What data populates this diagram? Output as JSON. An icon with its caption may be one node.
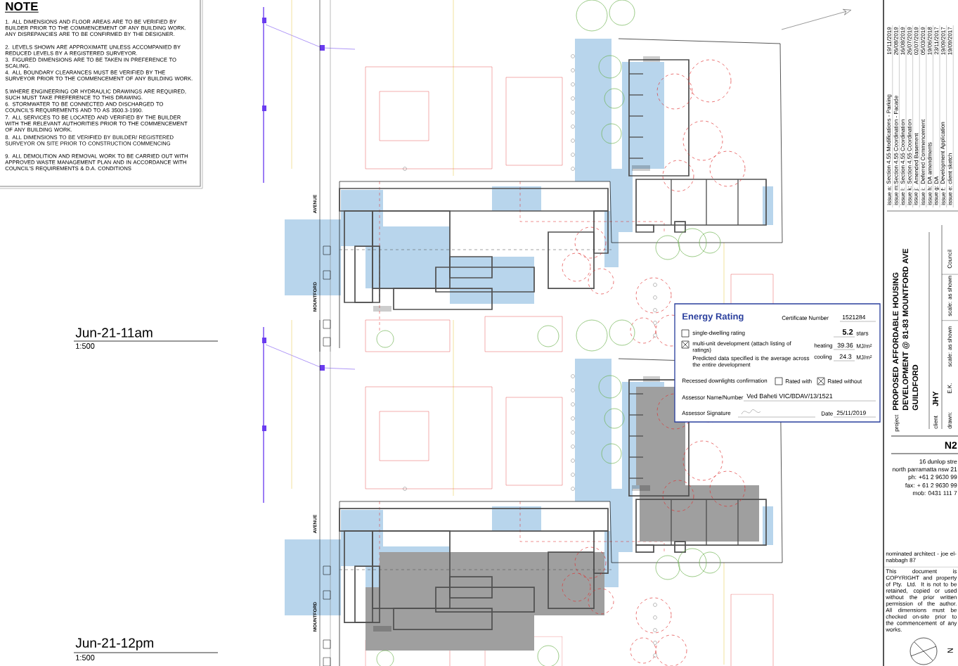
{
  "diagram": {
    "labels": [
      "NOTE",
      "1. ALL DIMENSIONS AND FLOOR AREAS ARE TO BE VERIFIED BY BUILDER PRIOR TO THE COMMENCEMENT OF ANY BUILDING WORK. ANY DISREPANCIES ARE TO BE CONFIRMED BY THE DESIGNER.",
      "2. LEVELS SHOWN ARE APPROXIMATE UNLESS ACCOMPANIED BY REDUCED LEVELS BY A REGISTERED SURVEYOR.",
      "3. FIGURED DIMENSIONS ARE TO BE TAKEN IN PREFERENCE TO SCALING.",
      "4. ALL BOUNDARY CLEARANCES MUST BE VERIFIED BY THE SURVEYOR PRIOR TO THE COMMENCEMENT OF ANY BUILDING WORK.",
      "5.WHERE ENGINEERING OR HYDRAULIC DRAWINGS ARE REQUIRED, SUCH MUST TAKE PREFERENCE TO THIS DRAWING.",
      "6. STORMWATER TO BE CONNECTED AND DISCHARGED TO COUNCIL'S REQUIREMENTS AND TO AS 3500.3-1990.",
      "7. ALL SERVICES TO BE LOCATED AND VERIFIED BY THE BUILDER WITH THE RELEVANT AUTHORITIES PRIOR TO THE COMMENCEMENT OF ANY BUILDING WORK.",
      "8. ALL DIMENSIONS TO BE VERIFIED BY BUILDER/ REGISTERED SURVEYOR ON SITE PRIOR TO CONSTRUCTION COMMENCING",
      "9. ALL DEMOLITION AND REMOVAL WORK TO BE CARRIED OUT WITH APPROVED WASTE MANAGEMENT PLAN AND IN ACCORDANCE WITH COUNCIL'S REQUIREMENTS & D.A. CONDITIONS",
      "Jun-21-11am",
      "1:500",
      "Jun-21-12pm",
      "1:500",
      "AVENUE",
      "MOUNTFORD",
      "AVENUE",
      "MOUNTFORD",
      "Energy Rating",
      "Certificate Number",
      "1521284",
      "single-dwelling rating",
      "5.2",
      "stars",
      "multi-unit development (attach listing of ratings)",
      "Predicted data specified is the average across the entire development",
      "heating",
      "39.36",
      "MJ/m²",
      "cooling",
      "24.3",
      "MJ/m²",
      "Recessed downlights confirmation",
      "Rated with",
      "Rated without",
      "Assessor Name/Number",
      "Ved Baheti VIC/BDAV/13/1521",
      "Assessor Signature",
      "Date",
      "25/11/2019",
      "issue n:",
      "Section 4.55 Modifications - Parking",
      "19/11/2019",
      "issue m:",
      "Section 4.55 Coordination - Facade",
      "26/08/2019",
      "issue l:",
      "Section 4.55 Coordination",
      "16/08/2019",
      "issue k:",
      "Section 4.55 Coordination",
      "26/07/2019",
      "issue j:",
      "Amended Basement",
      "02/07/2019",
      "issue i:",
      "Deferred Commencement",
      "05/03/2019",
      "issue h:",
      "DA amendments",
      "19/06/2018",
      "issue g:",
      "DA",
      "23/11/2017",
      "issue f:",
      "Development Application",
      "19/09/2017",
      "issue e:",
      "client sketch",
      "19/09/2017",
      "project",
      "PROPOSED AFFORDABLE HOUSING DEVELOPMENT @ 81-83 MOUNTFORD AVE GUILDFORD",
      "client",
      "JHY",
      "drawn:",
      "E.K.",
      "scale: as shown",
      "scale: as shown",
      "Council",
      "N2",
      "16 dunlop stre",
      "north parramatta nsw 21",
      "ph: +61 2 9630 99",
      "fax: + 61 2 9630 99",
      "mob: 0431 111 7",
      "nominated architect - joe el-nabbagh 87",
      "This document is COPYRIGHT and property of Pty. Ltd. It is not to be retained, copied or used without the prior written permission of the author. All dimensions must be checked on-site prior to the commencement of any works.",
      "N"
    ]
  }
}
